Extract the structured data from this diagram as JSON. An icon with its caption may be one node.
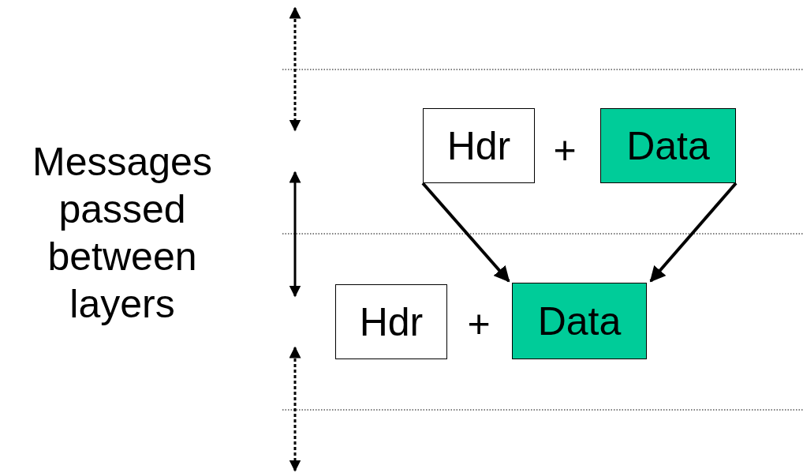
{
  "diagram": {
    "nodes": [
      {
        "text": [
          "Hdr"
        ]
      },
      {
        "text": [
          "Data"
        ]
      },
      {
        "text": [
          "Hdr"
        ]
      },
      {
        "text": [
          "Data"
        ]
      }
    ],
    "edges": [
      {
        "from": 0,
        "to": 3,
        "arrow": "to"
      },
      {
        "from": 1,
        "to": 3,
        "arrow": "to"
      }
    ],
    "labels": [
      "Messages passed between layers",
      "+",
      "+"
    ]
  }
}
